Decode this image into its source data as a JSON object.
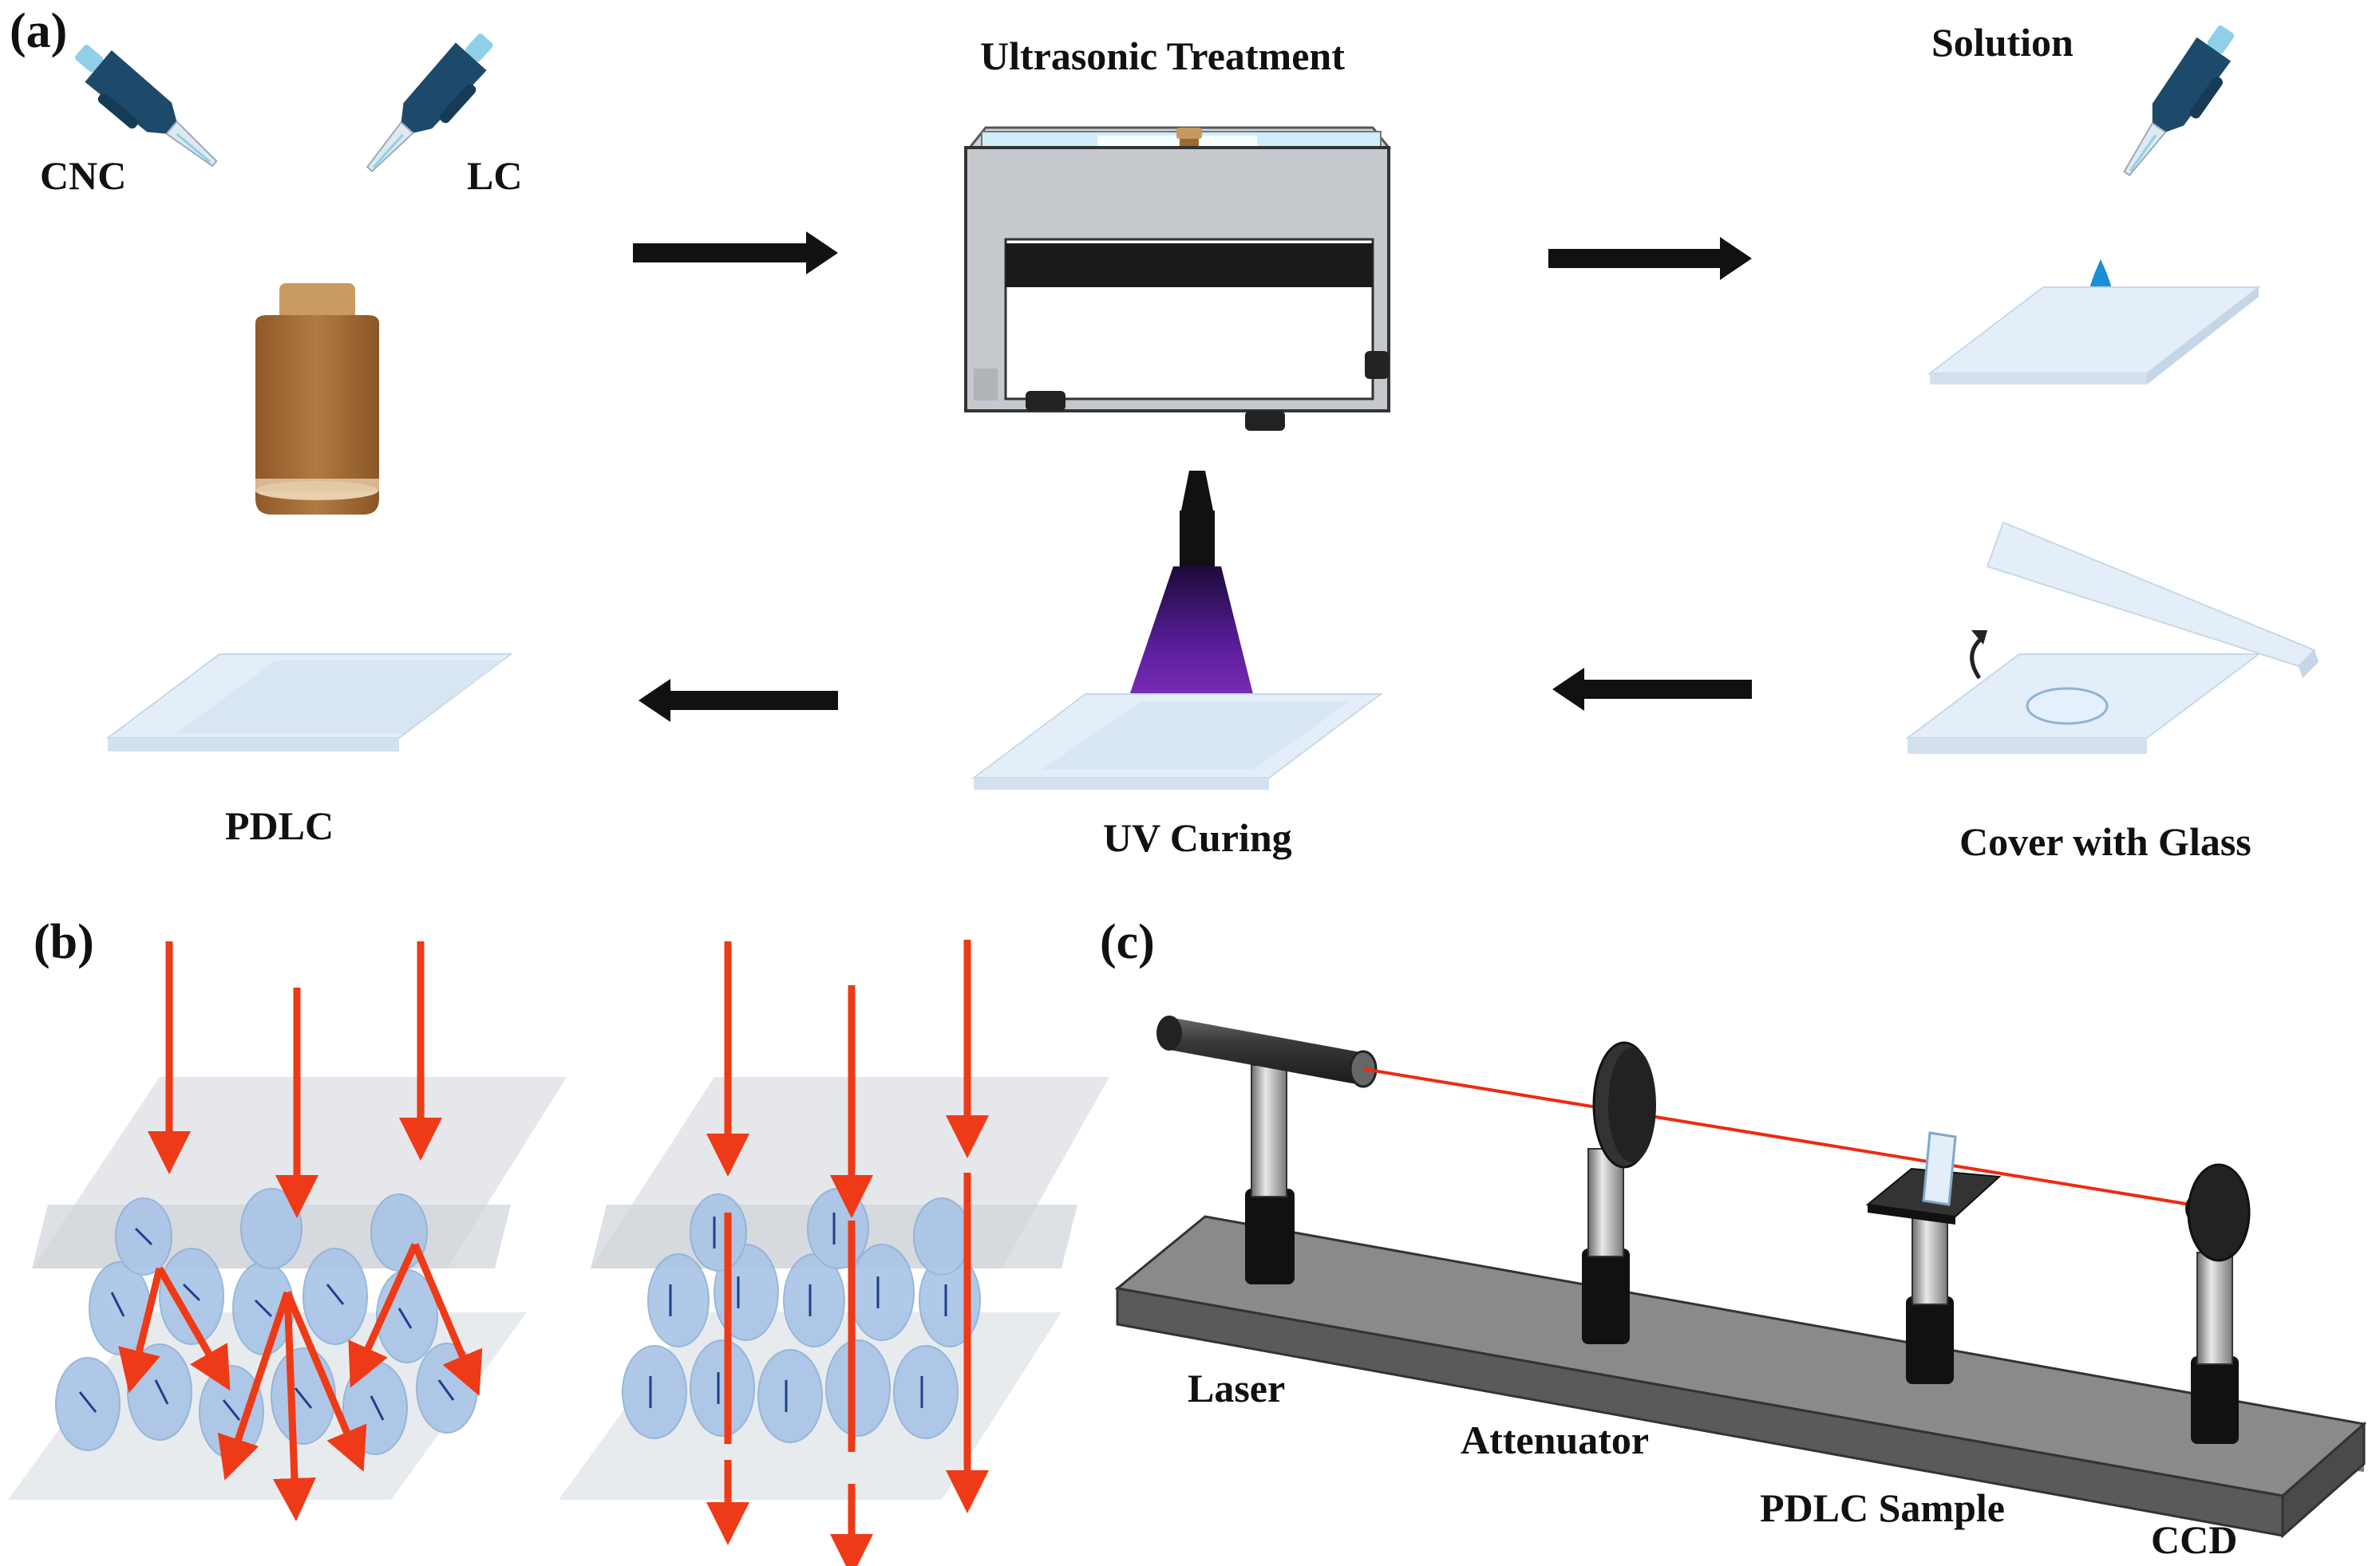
{
  "panel_a": {
    "label": "(a)",
    "steps": {
      "cnc": "CNC",
      "lc": "LC",
      "ultrasonic": "Ultrasonic Treatment",
      "solution": "Solution",
      "cover": "Cover with Glass",
      "uv": "UV Curing",
      "pdlc": "PDLC"
    }
  },
  "panel_b": {
    "label": "(b)"
  },
  "panel_c": {
    "label": "(c)",
    "components": {
      "laser": "Laser",
      "attenuator": "Attenuator",
      "sample": "PDLC Sample",
      "ccd": "CCD"
    }
  },
  "colors": {
    "pipette": "#1d4a6b",
    "bottle": "#a46d34",
    "glass": "#e3eef8",
    "uv": "#7d2fb5",
    "light_ray": "#ee3a16",
    "droplet": "#9ac2e6",
    "rail": "#5a5a5a"
  }
}
